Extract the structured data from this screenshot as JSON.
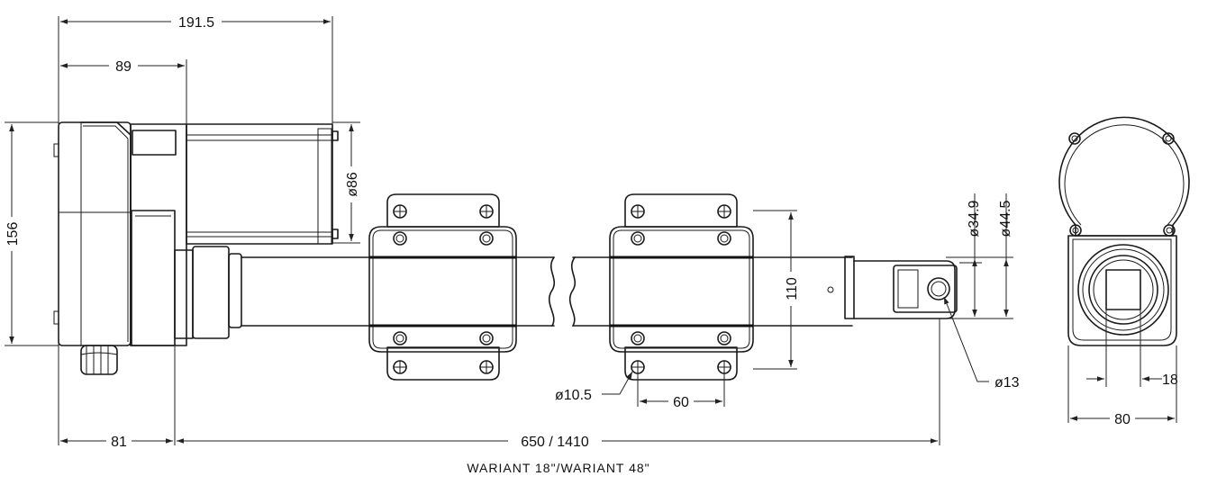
{
  "dimensions": {
    "overall_width": "191.5",
    "motor_width": "89",
    "height": "156",
    "motor_diameter": "ø86",
    "tube_diameter": "ø34.9",
    "outer_diameter": "ø44.5",
    "bracket_height": "110",
    "bracket_hole_spacing": "60",
    "bracket_hole_diameter": "ø10.5",
    "rod_hole_diameter": "ø13",
    "base_length": "81",
    "stroke_length": "650 / 1410",
    "end_view_width": "80",
    "end_view_bore": "18"
  },
  "caption": "WARIANT 18\"/WARIANT 48\""
}
